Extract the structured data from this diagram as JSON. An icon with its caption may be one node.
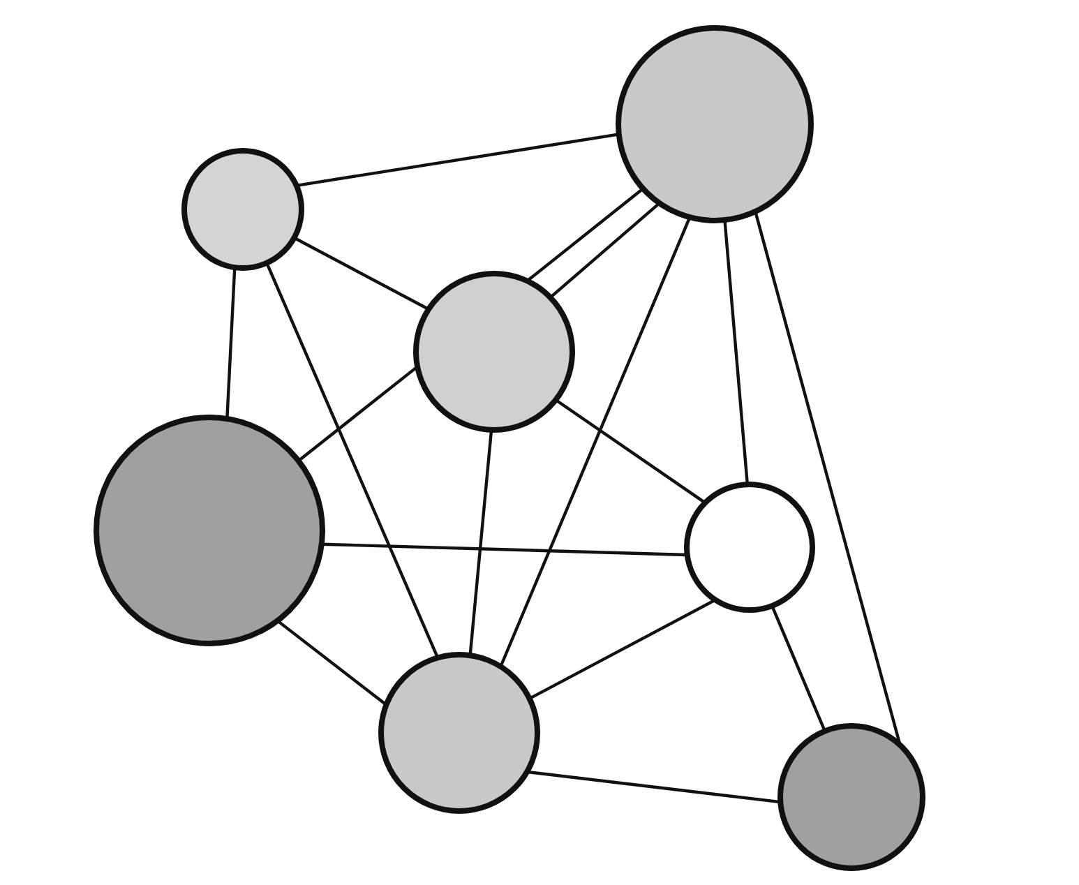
{
  "diagram": {
    "nodes": [
      {
        "text": [],
        "shape": "circle"
      },
      {
        "text": [],
        "shape": "circle"
      },
      {
        "text": [],
        "shape": "circle"
      },
      {
        "text": [],
        "shape": "circle"
      },
      {
        "text": [],
        "shape": "circle"
      },
      {
        "text": [],
        "shape": "circle"
      },
      {
        "text": [],
        "shape": "circle"
      }
    ],
    "edges": [
      {
        "from": 0,
        "to": 1,
        "arrow": "none"
      },
      {
        "from": 0,
        "to": 2,
        "arrow": "none"
      },
      {
        "from": 0,
        "to": 3,
        "arrow": "none"
      },
      {
        "from": 0,
        "to": 5,
        "arrow": "none"
      },
      {
        "from": 1,
        "to": 2,
        "arrow": "none"
      },
      {
        "from": 1,
        "to": 2,
        "arrow": "none"
      },
      {
        "from": 1,
        "to": 5,
        "arrow": "none"
      },
      {
        "from": 1,
        "to": 4,
        "arrow": "none"
      },
      {
        "from": 1,
        "to": 6,
        "arrow": "none"
      },
      {
        "from": 2,
        "to": 3,
        "arrow": "none"
      },
      {
        "from": 2,
        "to": 5,
        "arrow": "none"
      },
      {
        "from": 2,
        "to": 4,
        "arrow": "none"
      },
      {
        "from": 3,
        "to": 4,
        "arrow": "none"
      },
      {
        "from": 3,
        "to": 5,
        "arrow": "none"
      },
      {
        "from": 4,
        "to": 5,
        "arrow": "none"
      },
      {
        "from": 4,
        "to": 6,
        "arrow": "none"
      },
      {
        "from": 5,
        "to": 6,
        "arrow": "none"
      }
    ]
  }
}
